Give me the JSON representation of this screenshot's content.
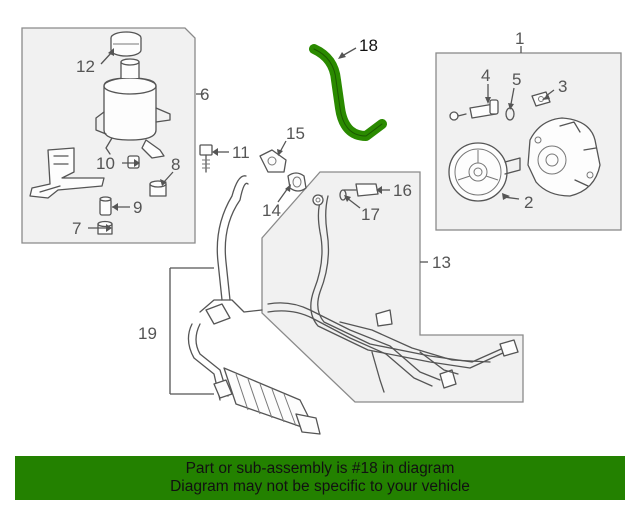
{
  "diagram": {
    "highlight_color": "#2a8a00",
    "highlighted_part": "18",
    "callouts": {
      "c1": "1",
      "c2": "2",
      "c3": "3",
      "c4": "4",
      "c5": "5",
      "c6": "6",
      "c7": "7",
      "c8": "8",
      "c9": "9",
      "c10": "10",
      "c11": "11",
      "c12": "12",
      "c13": "13",
      "c14": "14",
      "c15": "15",
      "c16": "16",
      "c17": "17",
      "c18": "18",
      "c19": "19"
    }
  },
  "banner": {
    "background_color": "#238100",
    "line1": "Part or sub-assembly is #18 in diagram",
    "line2": "Diagram may not be specific to your vehicle"
  }
}
